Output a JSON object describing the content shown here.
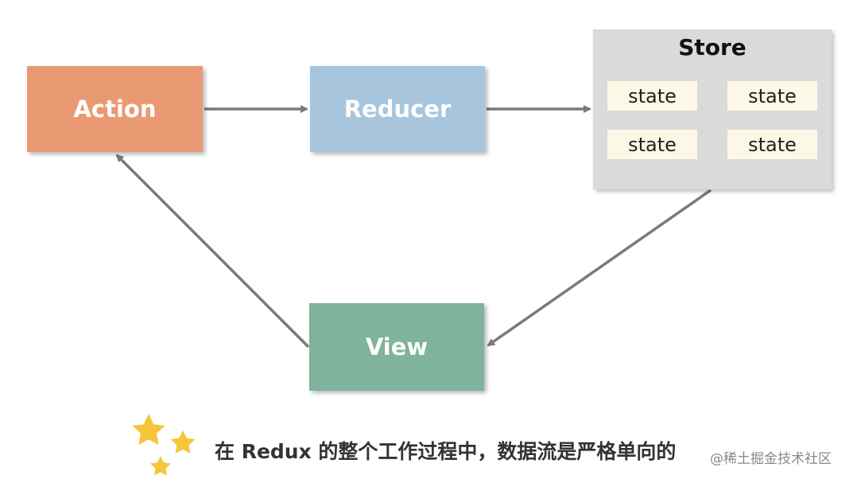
{
  "nodes": {
    "action": {
      "label": "Action",
      "color": "#e99a72"
    },
    "reducer": {
      "label": "Reducer",
      "color": "#a7c6de"
    },
    "view": {
      "label": "View",
      "color": "#80b39c"
    }
  },
  "store": {
    "title": "Store",
    "color": "#dadada",
    "state_color": "#fdf7e6",
    "states": [
      "state",
      "state",
      "state",
      "state"
    ]
  },
  "arrow_color": "#7a7a7a",
  "edges": [
    {
      "from": "Action",
      "to": "Reducer"
    },
    {
      "from": "Reducer",
      "to": "Store"
    },
    {
      "from": "Store",
      "to": "View"
    },
    {
      "from": "View",
      "to": "Action"
    }
  ],
  "caption": "在 Redux 的整个工作过程中，数据流是严格单向的",
  "star_color": "#f5c63a",
  "star_icon": "star-icon",
  "watermark": "@稀土掘金技术社区"
}
